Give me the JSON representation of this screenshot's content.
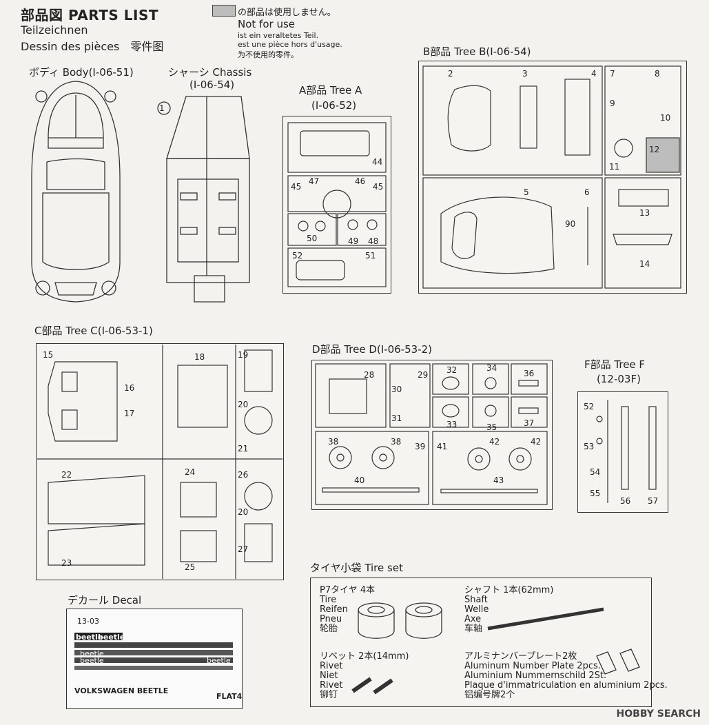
{
  "header": {
    "title": "部品図 PARTS LIST",
    "lines": [
      "Teilzeichnen",
      "Dessin des pièces　零件图"
    ]
  },
  "legend": {
    "jp": "の部品は使用しません。",
    "en": "Not for use",
    "de": "ist ein veraltetes Teil.",
    "fr": "est une pièce hors d'usage.",
    "cn": "为不使用的零件。"
  },
  "body": {
    "label": "ボディ Body(I-06-51)"
  },
  "chassis": {
    "label1": "シャーシ Chassis",
    "label2": "(I-06-54)",
    "num": "1"
  },
  "tree_a": {
    "label1": "A部品 Tree A",
    "label2": "(I-06-52)",
    "nums": [
      "44",
      "47",
      "46",
      "45",
      "45",
      "50",
      "49",
      "48",
      "52",
      "51"
    ]
  },
  "tree_b": {
    "label": "B部品 Tree B(I-06-54)",
    "nums": [
      "2",
      "3",
      "4",
      "7",
      "8",
      "9",
      "10",
      "11",
      "12",
      "5",
      "6",
      "90",
      "13",
      "14"
    ]
  },
  "tree_c": {
    "label": "C部品 Tree C(I-06-53-1)",
    "nums": [
      "15",
      "16",
      "17",
      "18",
      "19",
      "20",
      "21",
      "22",
      "23",
      "24",
      "25",
      "26",
      "20",
      "27"
    ]
  },
  "tree_d": {
    "label": "D部品 Tree D(I-06-53-2)",
    "nums": [
      "28",
      "29",
      "30",
      "31",
      "32",
      "33",
      "34",
      "35",
      "36",
      "37",
      "38",
      "38",
      "39",
      "40",
      "41",
      "42",
      "42",
      "43"
    ]
  },
  "tree_f": {
    "label1": "F部品 Tree F",
    "label2": "(12-03F)",
    "nums": [
      "52",
      "53",
      "54",
      "55",
      "56",
      "57"
    ]
  },
  "tire_set": {
    "label": "タイヤ小袋 Tire set",
    "tire": [
      "P7タイヤ 4本",
      "Tire",
      "Reifen",
      "Pneu",
      "轮胎"
    ],
    "shaft": [
      "シャフト 1本(62mm)",
      "Shaft",
      "Welle",
      "Axe",
      "车轴"
    ],
    "rivet": [
      "リベット 2本(14mm)",
      "Rivet",
      "Niet",
      "Rivet",
      "铆钉"
    ],
    "plate": [
      "アルミナンバープレート2枚",
      "Aluminum Number Plate 2pcs.",
      "Aluminium Nummernschild 2St.",
      "Plaque d'immatriculation en aluminium 2pcs.",
      "铝编号牌2个"
    ]
  },
  "decal": {
    "label": "デカール Decal",
    "texts": [
      "beetle",
      "beetle",
      "beetle",
      "beetle",
      "beetle",
      "VOLKSWAGEN BEETLE",
      "13-03",
      "FLAT4"
    ]
  },
  "watermark": "HOBBY SEARCH"
}
